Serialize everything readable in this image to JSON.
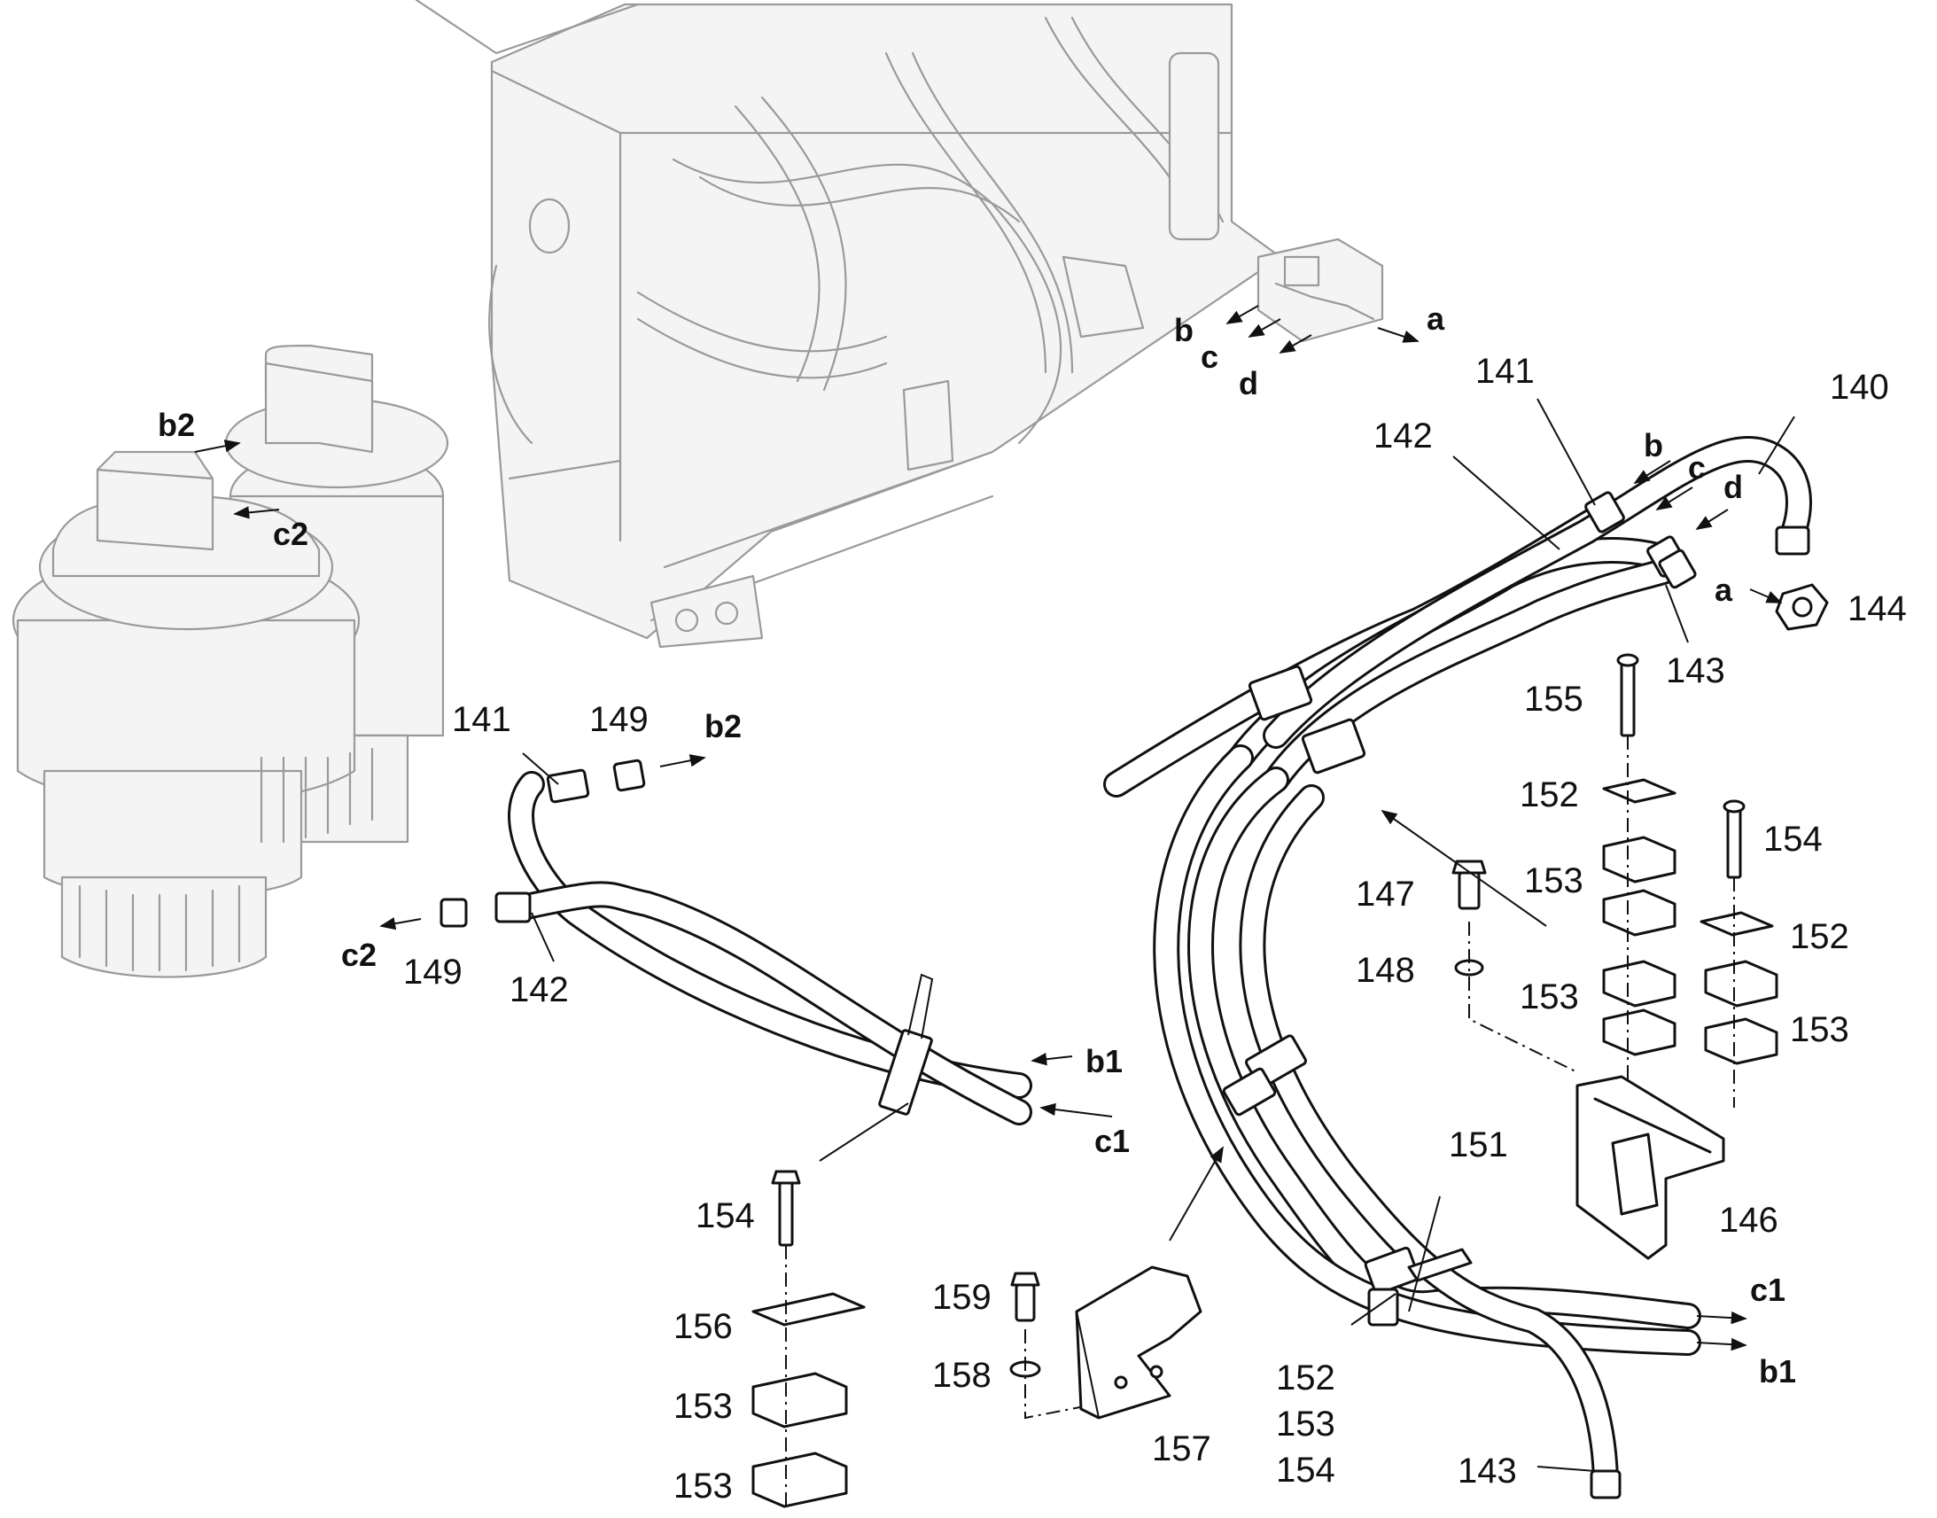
{
  "labels": {
    "l140": "140",
    "l141a": "141",
    "l141b": "141",
    "l142a": "142",
    "l142b": "142",
    "l143a": "143",
    "l143b": "143",
    "l144": "144",
    "l146": "146",
    "l147": "147",
    "l148": "148",
    "l149a": "149",
    "l149b": "149",
    "l151": "151",
    "l152a": "152",
    "l152b": "152",
    "l152c": "152",
    "l153a": "153",
    "l153b": "153",
    "l153c": "153",
    "l153d": "153",
    "l153e": "153",
    "l153f": "153",
    "l154a": "154",
    "l154b": "154",
    "l154c": "154",
    "l155": "155",
    "l156": "156",
    "l157": "157",
    "l158": "158",
    "l159": "159"
  },
  "flow_markers": {
    "a1": "a",
    "a2": "a",
    "b": "b",
    "c": "c",
    "d": "d",
    "b_r": "b",
    "c_r": "c",
    "d_r": "d",
    "b2a": "b2",
    "c2a": "c2",
    "b2b": "b2",
    "c2b": "c2",
    "b1a": "b1",
    "c1a": "c1",
    "b1b": "b1",
    "c1b": "c1"
  }
}
